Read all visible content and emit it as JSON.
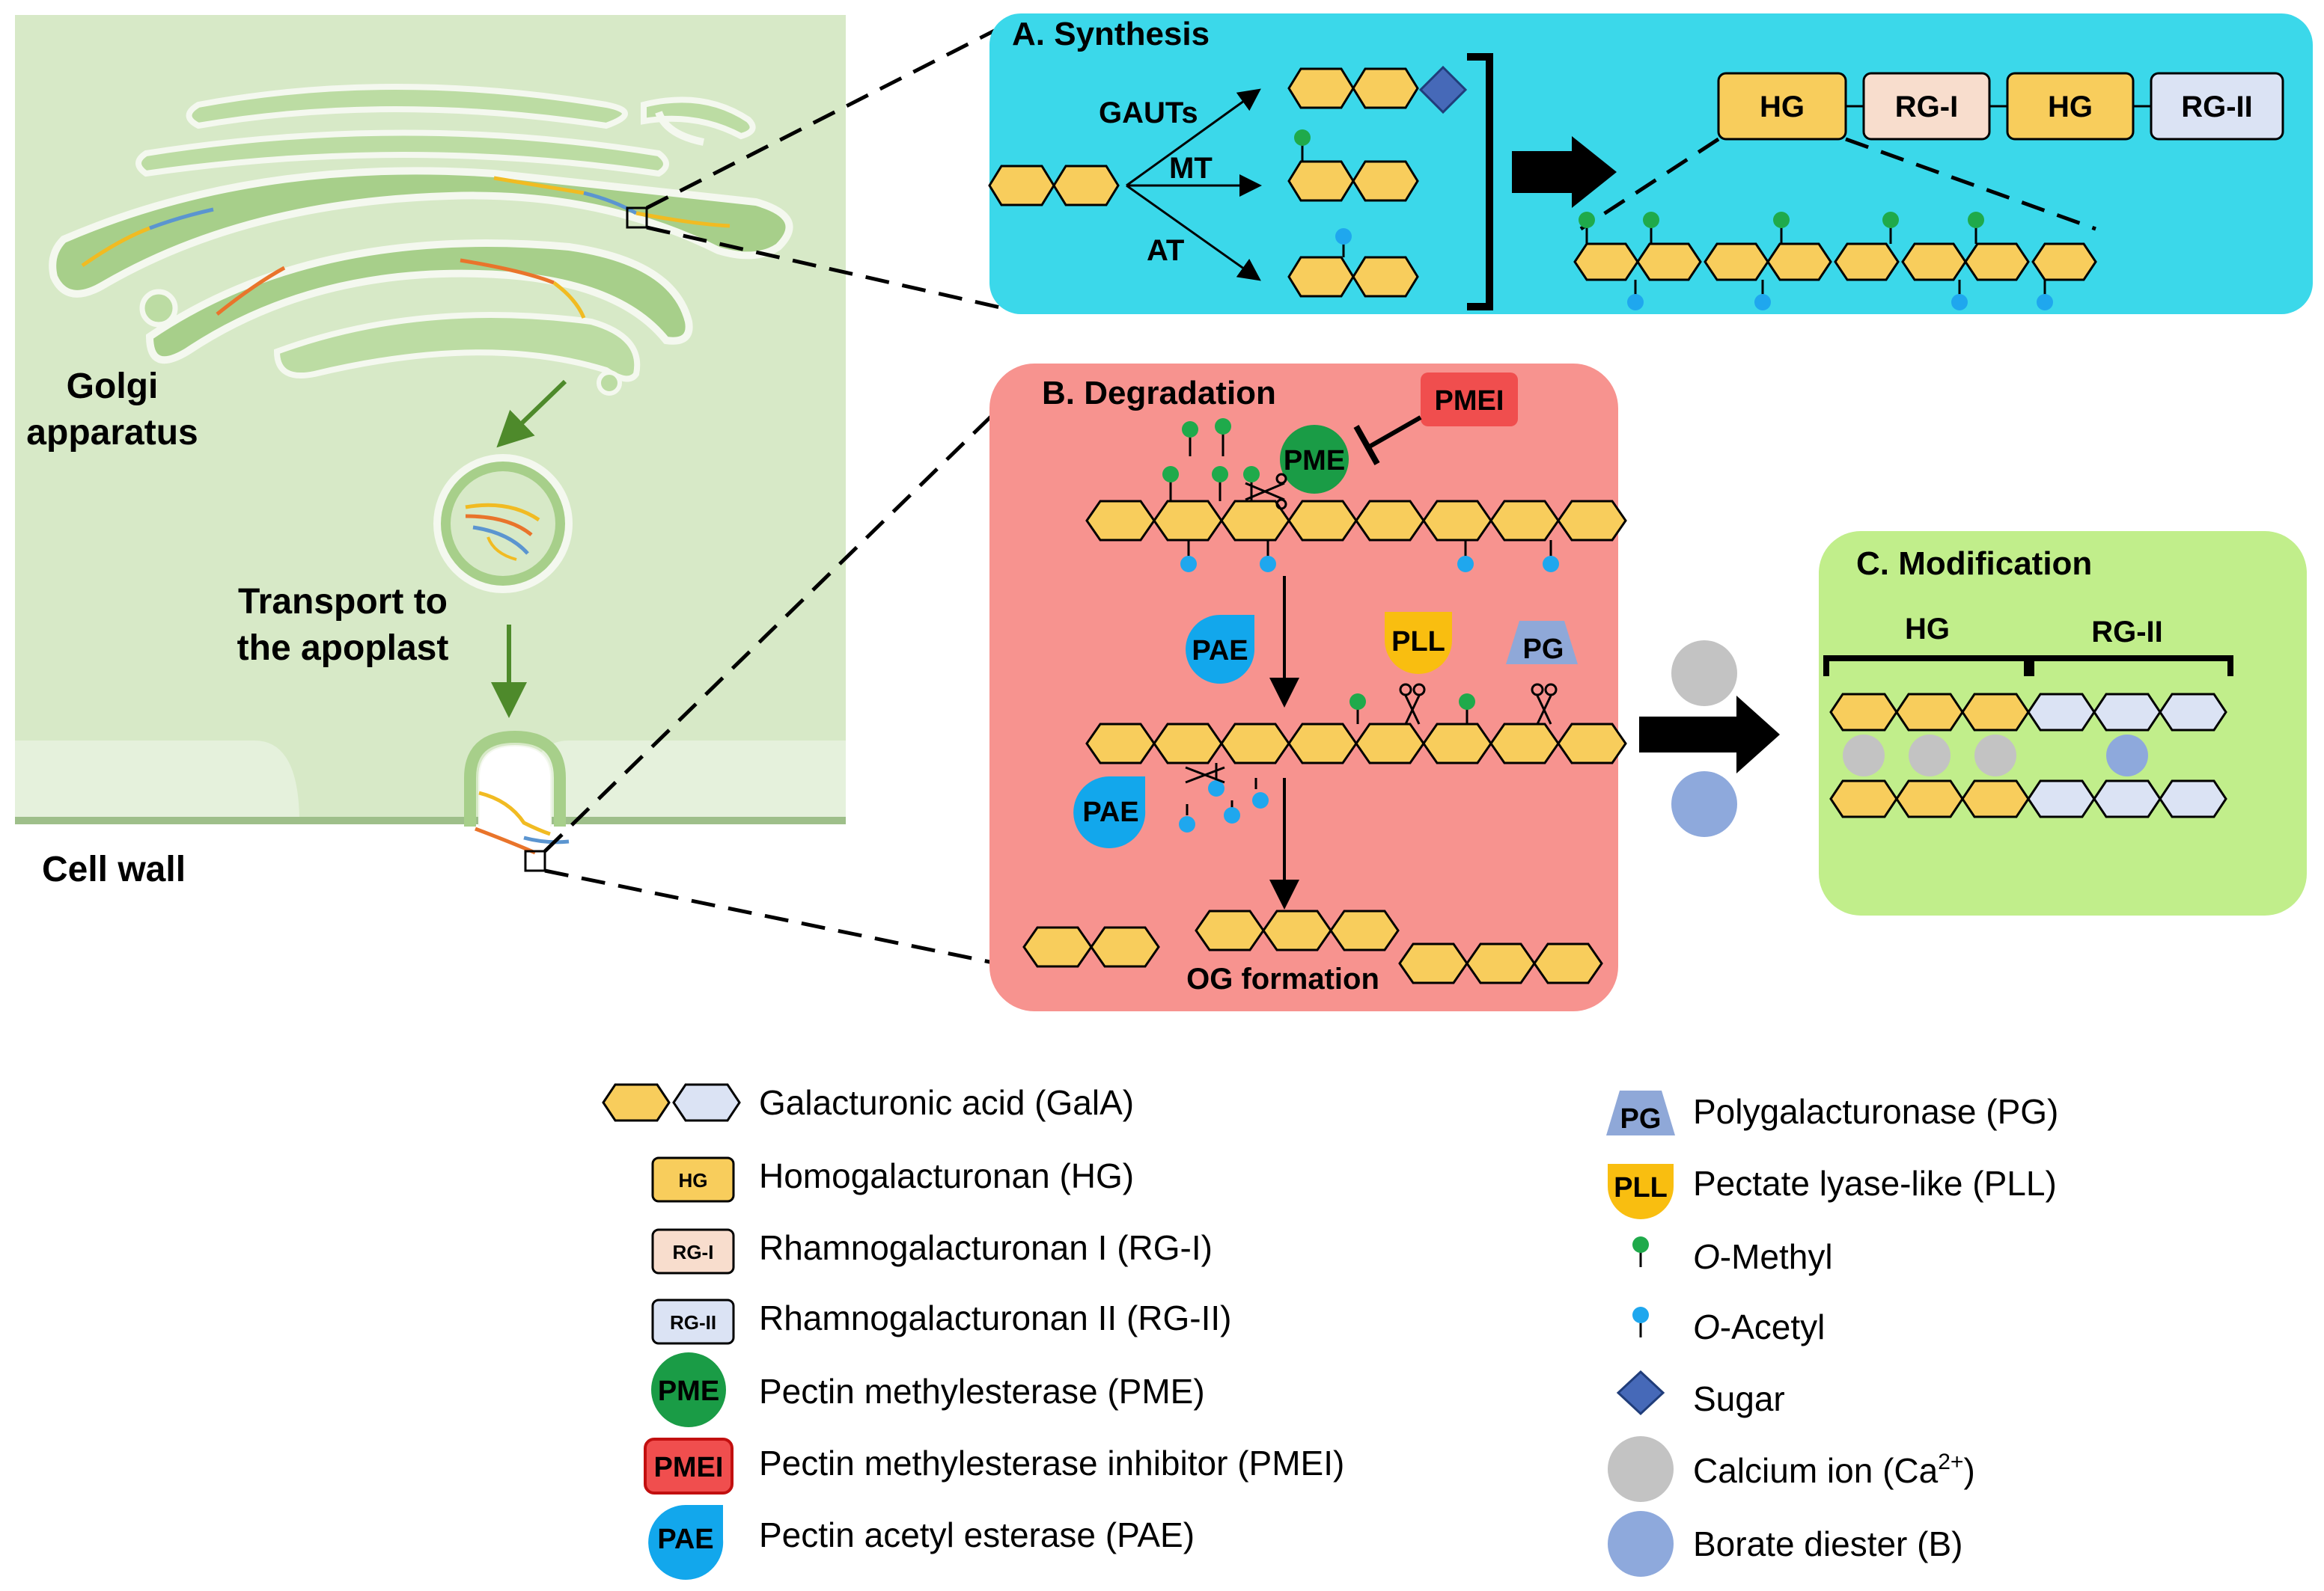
{
  "colors": {
    "golgi_bg": "#d7e9c7",
    "golgi_body": "#a7cf8a",
    "synthesis_bg": "#3bd8ea",
    "degradation_bg": "#f7938f",
    "modification_bg": "#c1ee8b",
    "galA_yellow": "#f8cd5c",
    "galA_blue": "#dbe3f4",
    "rg1": "#f8ddcd",
    "methyl": "#1faa4b",
    "acetyl": "#1fa7ee",
    "pme": "#1a9c46",
    "pmei": "#f04e4e",
    "pae": "#12a7ec",
    "pll": "#f9be10",
    "pg": "#8fa8d8",
    "sugar": "#4669b8",
    "calcium": "#c3c3c3",
    "borate": "#8ea9dc"
  },
  "left": {
    "golgi_label_1": "Golgi",
    "golgi_label_2": "apparatus",
    "transport_1": "Transport to",
    "transport_2": "the apoplast",
    "cell_wall": "Cell wall"
  },
  "synthesis": {
    "title": "A. Synthesis",
    "gauts": "GAUTs",
    "mt": "MT",
    "at": "AT",
    "domains": [
      "HG",
      "RG-I",
      "HG",
      "RG-II"
    ]
  },
  "degradation": {
    "title": "B. Degradation",
    "pmei": "PMEI",
    "pme": "PME",
    "pae_1": "PAE",
    "pae_2": "PAE",
    "pll": "PLL",
    "pg": "PG",
    "og": "OG formation"
  },
  "modification": {
    "title": "C. Modification",
    "hg": "HG",
    "rg2": "RG-II"
  },
  "legend": {
    "galA": "Galacturonic acid (GalA)",
    "hg_icon": "HG",
    "hg": "Homogalacturonan (HG)",
    "rg1_icon": "RG-I",
    "rg1": "Rhamnogalacturonan I (RG-I)",
    "rg2_icon": "RG-II",
    "rg2": "Rhamnogalacturonan II (RG-II)",
    "pme_icon": "PME",
    "pme": "Pectin methylesterase (PME)",
    "pmei_icon": "PMEI",
    "pmei": "Pectin methylesterase inhibitor (PMEI)",
    "pae_icon": "PAE",
    "pae": "Pectin acetyl esterase (PAE)",
    "pg_icon": "PG",
    "pg": "Polygalacturonase (PG)",
    "pll_icon": "PLL",
    "pll": "Pectate lyase-like (PLL)",
    "methyl_o": "O",
    "methyl_rest": "-Methyl",
    "acetyl_o": "O",
    "acetyl_rest": "-Acetyl",
    "sugar": "Sugar",
    "calcium": "Calcium ion (Ca",
    "calcium_sup": "2+",
    "calcium_close": ")",
    "borate": "Borate diester (B)"
  }
}
